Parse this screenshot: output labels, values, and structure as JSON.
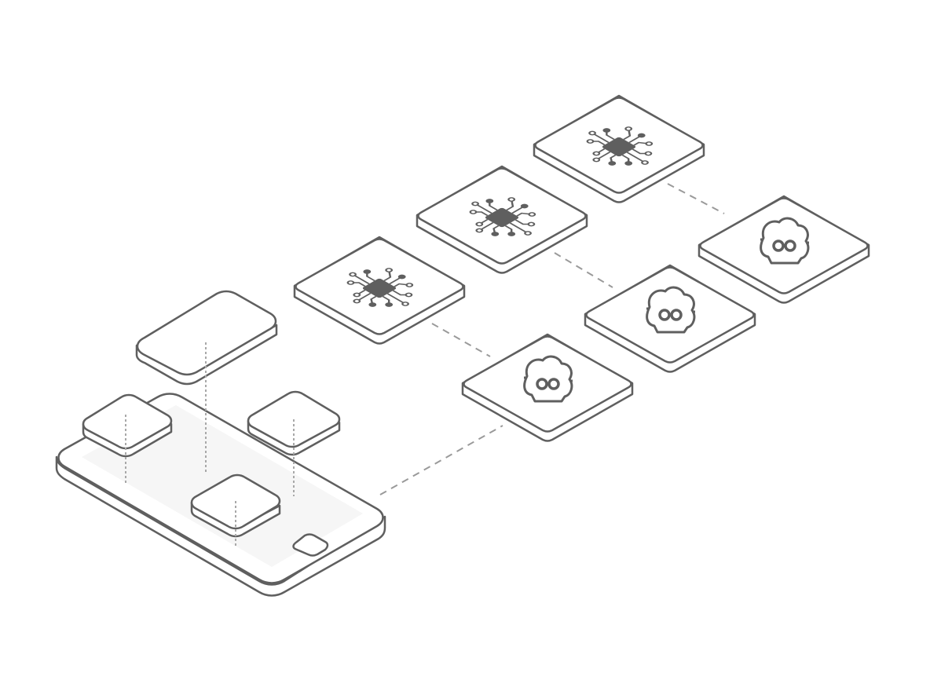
{
  "diagram": {
    "kind": "isometric-illustration",
    "description_visible_text": "",
    "colors": {
      "stroke": "#5f5f5f",
      "slab_fill": "#ffffff",
      "phone_screen_tint": "#f6f6f6",
      "chip_fill": "#5f5f5f",
      "connector_dash": "#9a9a9a",
      "projection_dash": "#a8a8a8",
      "background": "#ffffff"
    },
    "device": {
      "type": "smartphone",
      "icon": "phone-icon",
      "floating_ui_blocks": 4,
      "home_button_icon": "home-button-icon"
    },
    "processor_tiles": {
      "count": 3,
      "icon": "circuit-chip-icon"
    },
    "robot_tiles": {
      "count": 3,
      "icon": "robot-head-icon"
    },
    "connections": [
      {
        "from": "device",
        "to": "robot-tile-1",
        "style": "dashed"
      },
      {
        "from": "chip-tile-1",
        "to": "robot-tile-1",
        "style": "dashed"
      },
      {
        "from": "chip-tile-2",
        "to": "robot-tile-2",
        "style": "dashed"
      },
      {
        "from": "chip-tile-3",
        "to": "robot-tile-3",
        "style": "dashed"
      }
    ]
  }
}
